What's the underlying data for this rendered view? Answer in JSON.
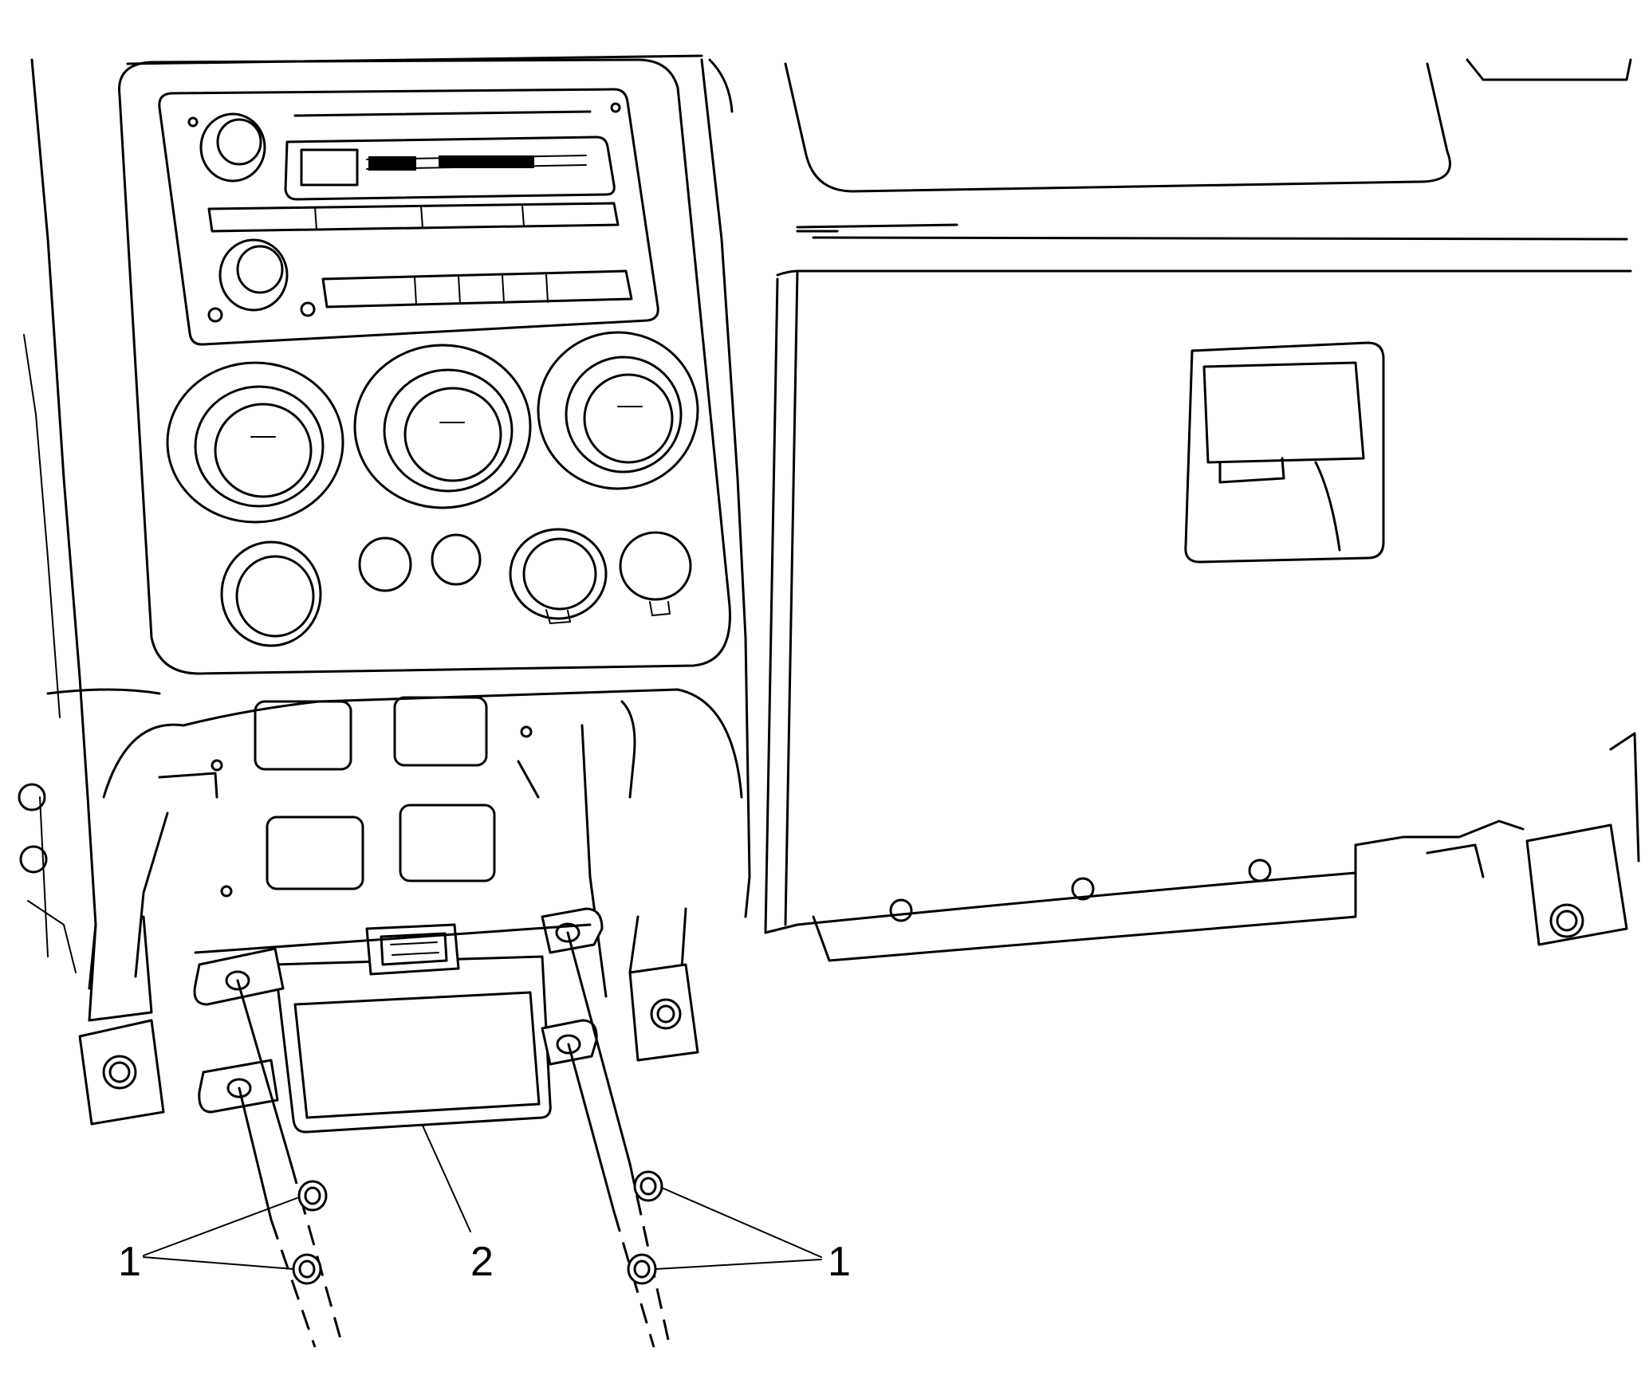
{
  "callouts": {
    "nuts_left": "1",
    "module": "2",
    "nuts_right": "1"
  }
}
